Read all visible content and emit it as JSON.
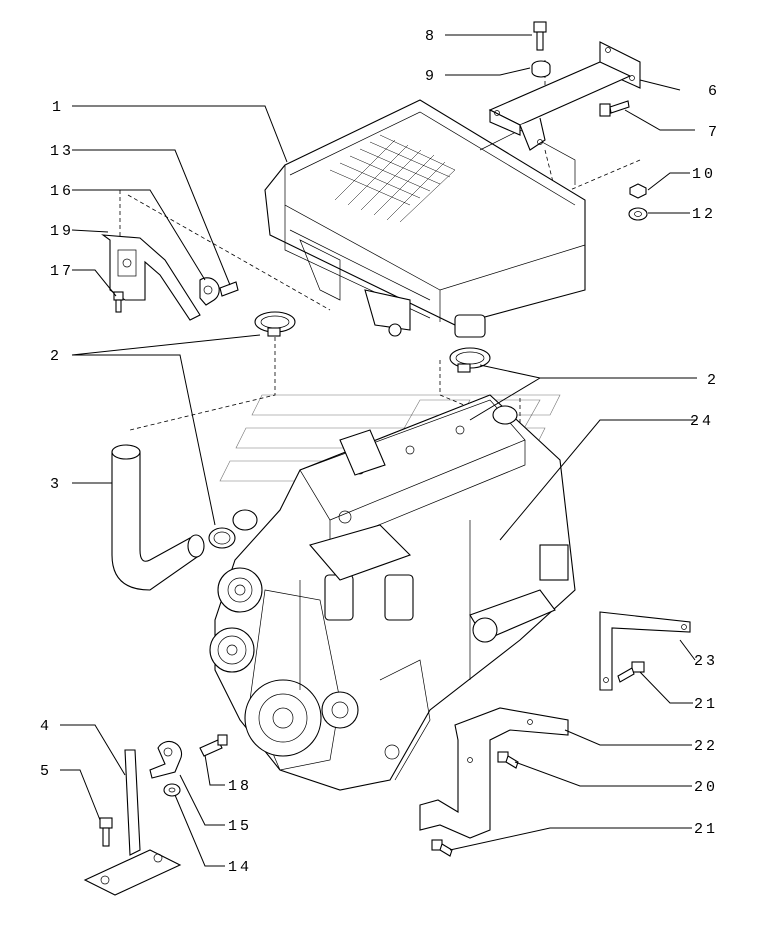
{
  "callouts": [
    {
      "id": "c1",
      "text": "1"
    },
    {
      "id": "c2a",
      "text": "2"
    },
    {
      "id": "c2b",
      "text": "2"
    },
    {
      "id": "c3",
      "text": "3"
    },
    {
      "id": "c4",
      "text": "4"
    },
    {
      "id": "c5",
      "text": "5"
    },
    {
      "id": "c6",
      "text": "6"
    },
    {
      "id": "c7",
      "text": "7"
    },
    {
      "id": "c8",
      "text": "8"
    },
    {
      "id": "c9",
      "text": "9"
    },
    {
      "id": "c10",
      "text": "10"
    },
    {
      "id": "c12",
      "text": "12"
    },
    {
      "id": "c13",
      "text": "13"
    },
    {
      "id": "c14",
      "text": "14"
    },
    {
      "id": "c15",
      "text": "15"
    },
    {
      "id": "c16",
      "text": "16"
    },
    {
      "id": "c17",
      "text": "17"
    },
    {
      "id": "c18",
      "text": "18"
    },
    {
      "id": "c19",
      "text": "19"
    },
    {
      "id": "c20",
      "text": "20"
    },
    {
      "id": "c21a",
      "text": "21"
    },
    {
      "id": "c21b",
      "text": "21"
    },
    {
      "id": "c22",
      "text": "22"
    },
    {
      "id": "c23",
      "text": "23"
    },
    {
      "id": "c24",
      "text": "24"
    }
  ],
  "parts": [
    {
      "id": "p1",
      "icon": "air-cleaner-housing-icon"
    },
    {
      "id": "p2",
      "icon": "hose-clamp-icon"
    },
    {
      "id": "p3",
      "icon": "intake-hose-elbow-icon"
    },
    {
      "id": "p4",
      "icon": "support-bracket-icon"
    },
    {
      "id": "p5",
      "icon": "bolt-icon"
    },
    {
      "id": "p6",
      "icon": "mounting-bracket-icon"
    },
    {
      "id": "p7",
      "icon": "bolt-icon"
    },
    {
      "id": "p8",
      "icon": "bolt-icon"
    },
    {
      "id": "p9",
      "icon": "spacer-icon"
    },
    {
      "id": "p10",
      "icon": "nut-icon"
    },
    {
      "id": "p12",
      "icon": "washer-icon"
    },
    {
      "id": "p13",
      "icon": "bolt-icon"
    },
    {
      "id": "p14",
      "icon": "washer-icon"
    },
    {
      "id": "p15",
      "icon": "p-clip-icon"
    },
    {
      "id": "p16",
      "icon": "p-clip-icon"
    },
    {
      "id": "p17",
      "icon": "bolt-icon"
    },
    {
      "id": "p18",
      "icon": "bolt-icon"
    },
    {
      "id": "p19",
      "icon": "bracket-icon"
    },
    {
      "id": "p20",
      "icon": "bolt-icon"
    },
    {
      "id": "p21",
      "icon": "bolt-icon"
    },
    {
      "id": "p22",
      "icon": "support-bracket-icon"
    },
    {
      "id": "p23",
      "icon": "angle-bracket-icon"
    },
    {
      "id": "p24",
      "icon": "intake-hose-icon"
    },
    {
      "id": "engine",
      "icon": "engine-block-icon"
    }
  ]
}
